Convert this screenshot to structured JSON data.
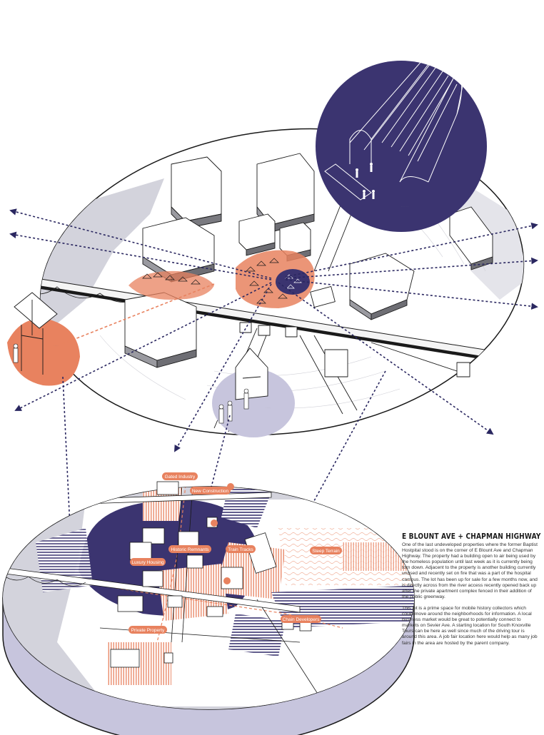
{
  "colors": {
    "navy": "#3b3470",
    "orange": "#e8825f",
    "light_orange": "#f3b59a",
    "gray": "#d3d3dc",
    "dark_blue_dash": "#2a2760"
  },
  "map_tags": [
    {
      "id": "gated-industry",
      "label": "Gated Industry"
    },
    {
      "id": "new-construction",
      "label": "New Construction"
    },
    {
      "id": "historic-remnants",
      "label": "Historic Remnants"
    },
    {
      "id": "train-tracks",
      "label": "Train Tracks"
    },
    {
      "id": "steep-terrain",
      "label": "Steep Terrain"
    },
    {
      "id": "luxury-housing",
      "label": "Luxury Housing"
    },
    {
      "id": "chain-developers",
      "label": "Chain Developers"
    },
    {
      "id": "private-property",
      "label": "Private Property"
    }
  ],
  "info": {
    "title": "E BLOUNT AVE + CHAPMAN HIGHWAY",
    "paragraph1": "One of the last undeveloped properties where the former Baptist Hostpital stood is on the corner of E Blount Ave and Chapman Highway. The property had a building open to air being used by the homeless population until last week as it is currently being torn down. Adjacent to the property is another building currently unused and recently set on fire that was a part of the hospital campus. The lot has been up for sale for a few months now, and is directly across from the river access recently opened back up after the private apartment complex fenced in their addition of the public greenway.",
    "paragraph2": "This lot is a prime space for mobile history collectors which could move around the neighborhoods for information. A local business market would be great to potentially connect to markets on Sevier Ave. A starting location for South Knoxville Tours can be here as well since much of the driving tour is around this area. A job fair location here would help as many job fairs in the area are hosted by the parent company."
  }
}
